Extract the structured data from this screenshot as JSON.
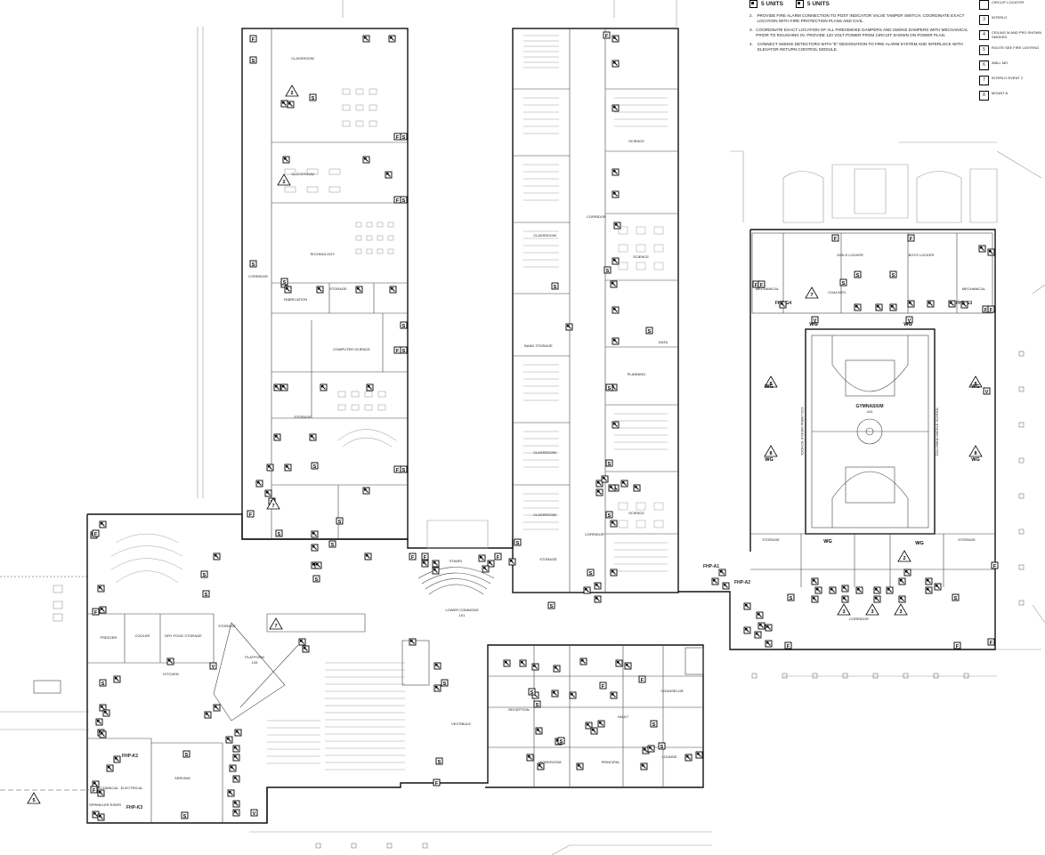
{
  "legend": {
    "items": [
      {
        "icon": "smoke-detector-icon",
        "label": "5 UNITS"
      },
      {
        "icon": "heat-detector-icon",
        "label": "5 UNITS"
      }
    ]
  },
  "notes": [
    {
      "num": "2.",
      "text": "PROVIDE FIRE ALARM CONNECTION TO POST INDICATOR VALVE TAMPER SWITCH. COORDINATE EXACT LOCATION WITH FIRE PROTECTION PLANS AND CIVIL."
    },
    {
      "num": "3.",
      "text": "COORDINATE EXACT LOCATION OF ALL FIRE/SMOKE DAMPERS AND SMOKE DAMPERS WITH MECHANICAL PRIOR TO ROUGHING IN. PROVIDE 120 VOLT POWER FROM CIRCUIT SHOWN ON POWER PLAN."
    },
    {
      "num": "4.",
      "text": "CONNECT SMOKE DETECTORS WITH \"E\" DESIGNATION TO FIRE ALARM SYSTEM AND INTERLOCK WITH ELEVATOR RETURN CONTROL MODULE."
    }
  ],
  "keynotes": [
    {
      "num": "",
      "text": "CIRCUIT LOCATOR"
    },
    {
      "num": "3",
      "text": "INTERLO"
    },
    {
      "num": "4",
      "text": "CEILING M AND PRO SHOWN SMOKED"
    },
    {
      "num": "5",
      "text": "ROUTE SEE FIRE LIGHTING"
    },
    {
      "num": "6",
      "text": "WALL MO"
    },
    {
      "num": "7",
      "text": "INTERLO EVENT 2"
    },
    {
      "num": "8",
      "text": "MOUNT A"
    }
  ],
  "rooms": {
    "gym": "GYMNASIUM",
    "gym_num": "410",
    "school_name": "COLUMBIA MIDDLE SCHOOL",
    "platform": "PLATFORM",
    "platform_num": "133",
    "vestibule": "VESTIBULE",
    "lower_commons": "LOWER COMMONS",
    "lower_commons_num": "101",
    "stairs": "STAIRS",
    "corridor": "CORRIDOR",
    "storage": "STORAGE",
    "freezer": "FREEZER",
    "cooler": "COOLER",
    "dry_food": "DRY FOOD STORAGE",
    "kitchen": "KITCHEN",
    "serving": "SERVING",
    "mechanical": "MECHANICAL",
    "electrical": "ELECTRICAL",
    "reception": "RECEPTION",
    "principal": "PRINCIPAL",
    "workroom": "WORKROOM",
    "counselor": "COUNSELOR",
    "lounge": "LOUNGE",
    "vault": "VAULT",
    "planning": "PLANNING",
    "classroom": "CLASSROOM",
    "science": "SCIENCE",
    "technology": "TECHNOLOGY",
    "fabrication": "FABRICATION",
    "computer_science": "COMPUTER SCIENCE",
    "band_storage": "BAND STORAGE",
    "data": "DATA",
    "girls_locker": "GIRLS LOCKER",
    "boys_locker": "BOYS LOCKER",
    "coaches": "COACHES",
    "sprinkler_riser": "SPRINKLER RISER"
  },
  "panels": {
    "fhp_a1": "FHP-A1",
    "fhp_a2": "FHP-A2",
    "fhp_g4": "FHP-G4",
    "fhp_g3": "FHP-G3",
    "fhp_k2": "FHP-K2",
    "fhp_k3": "FHP-K3"
  },
  "device_marks": {
    "s": "S",
    "f": "F",
    "v": "V",
    "wg": "WG",
    "k2": "2",
    "k3": "3",
    "k5": "5",
    "k7": "7",
    "k8": "8"
  }
}
